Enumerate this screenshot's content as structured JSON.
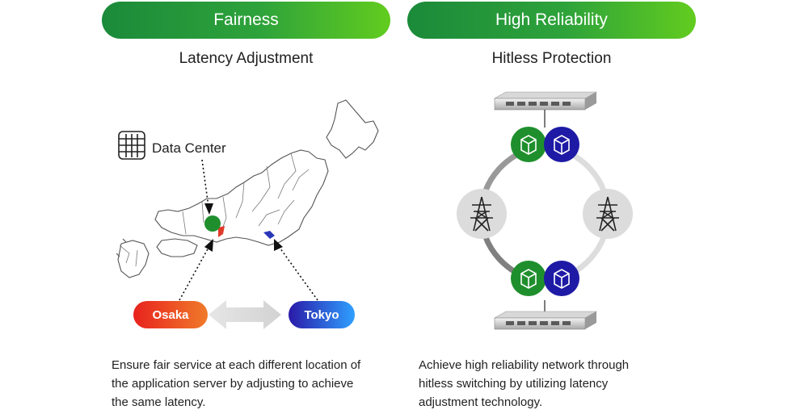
{
  "left": {
    "header": "Fairness",
    "subtitle": "Latency Adjustment",
    "data_center_label": "Data Center",
    "osaka_label": "Osaka",
    "tokyo_label": "Tokyo",
    "description": [
      "Ensure fair service at each different location of",
      "the application server by adjusting to achieve",
      "the same latency."
    ]
  },
  "right": {
    "header": "High Reliability",
    "subtitle": "Hitless Protection",
    "description": [
      "Achieve high reliability network through",
      "hitless switching by utilizing latency",
      "adjustment technology."
    ]
  },
  "colors": {
    "header_green_start": "#1b8a3a",
    "header_green_end": "#62cc1f",
    "osaka_start": "#e8231e",
    "osaka_end": "#f07a2a",
    "tokyo_start": "#2a1aa8",
    "tokyo_end": "#2fa0ff",
    "node_green": "#1f8f2d",
    "node_blue": "#1e1aa6",
    "tower_bg": "#dcdcdc"
  },
  "icons": [
    "server-rack-icon",
    "box-icon",
    "transmission-tower-icon",
    "network-switch-icon",
    "double-arrow-icon"
  ]
}
